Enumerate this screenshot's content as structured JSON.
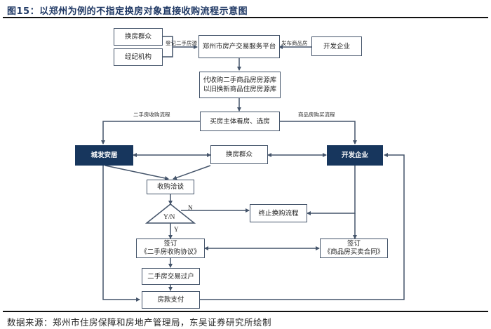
{
  "figure": {
    "title": "图15：以郑州为例的不指定换房对象直接收购流程示意图",
    "source": "数据来源：郑州市住房保障和房地产管理局，东吴证券研究所绘制"
  },
  "nodes": {
    "swap_public_top": "换房群众",
    "agency": "经纪机构",
    "platform": "郑州市房产交易服务平台",
    "developer_top": "开发企业",
    "pool_line1": "代收购二手商品房房源库",
    "pool_line2": "以旧换新商品住房房源库",
    "buyer_select": "买房主体看房、选房",
    "chengfa": "城发安居",
    "swap_public_mid": "换房群众",
    "developer_mid": "开发企业",
    "negotiation": "收购洽谈",
    "decision": "Y/N",
    "terminate": "终止换购流程",
    "sign_left_line1": "签订",
    "sign_left_line2": "《二手房收购协议》",
    "sign_right_line1": "签订",
    "sign_right_line2": "《商品房买卖合同》",
    "transfer": "二手房交易过户",
    "payment": "房款支付"
  },
  "edge_labels": {
    "register": "登记二手房源",
    "publish": "发布商品房",
    "secondhand_flow": "二手房收购流程",
    "new_flow": "商品房购买流程",
    "no": "N",
    "yes": "Y"
  },
  "colors": {
    "dark_node": "#17365d",
    "line": "#44546a",
    "title": "#1f3864"
  }
}
